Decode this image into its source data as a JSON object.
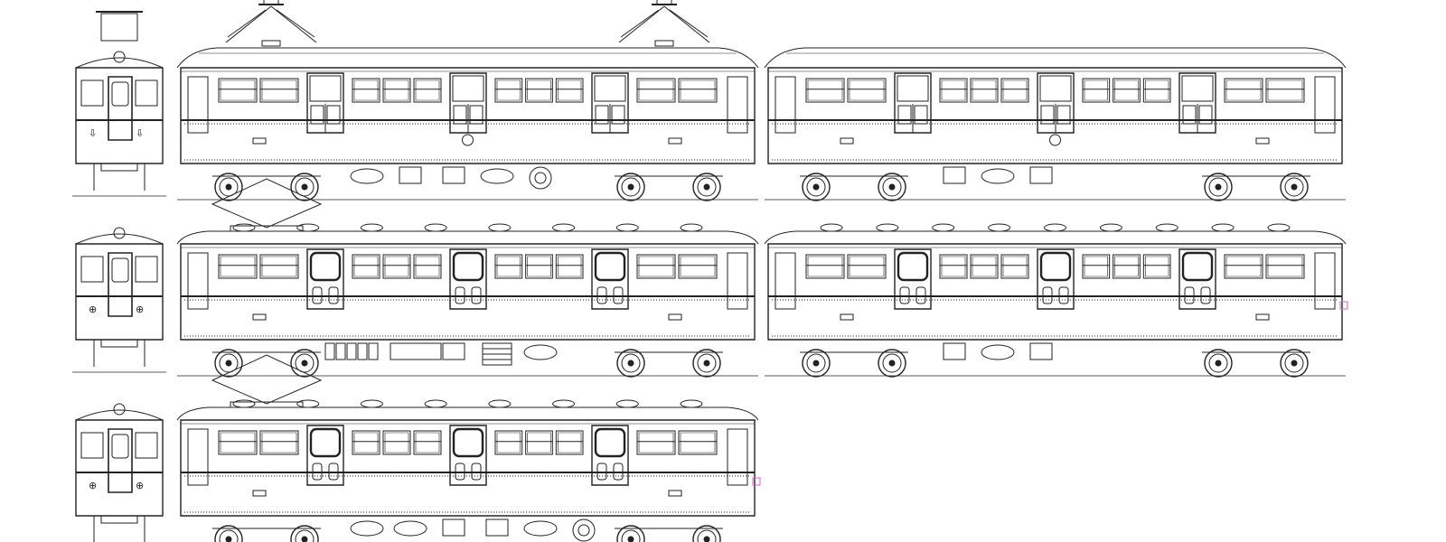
{
  "drawing": {
    "kind": "railcar-elevation-drawings",
    "line_color": "#222222",
    "accent_color": "#cc66cc",
    "background": "#ffffff"
  },
  "rows": [
    {
      "id": "row-1",
      "end_view": {
        "variant": "pantograph-up",
        "marks": [
          "⇩",
          "⇩"
        ]
      },
      "cars": [
        {
          "id": "car-1a",
          "pantographs": 2,
          "roof_style": "clerestory",
          "ventilators": 0,
          "door_style": "plain",
          "underfloor": [
            "tank",
            "box",
            "box",
            "tank",
            "compressor"
          ],
          "emblem": true,
          "end_marker": false
        },
        {
          "id": "car-1b",
          "pantographs": 0,
          "roof_style": "clerestory",
          "ventilators": 0,
          "door_style": "plain",
          "underfloor": [
            "box",
            "tank",
            "box"
          ],
          "emblem": true,
          "end_marker": false
        }
      ]
    },
    {
      "id": "row-2",
      "end_view": {
        "variant": "ventilated",
        "marks": [
          "⊕",
          "⊕"
        ]
      },
      "cars": [
        {
          "id": "car-2a",
          "pantographs": 1,
          "roof_style": "round",
          "ventilators": 8,
          "door_style": "rounded",
          "underfloor": [
            "switch-bank",
            "resistor",
            "box",
            "grid",
            "tank"
          ],
          "emblem": false,
          "end_marker": false
        },
        {
          "id": "car-2b",
          "pantographs": 0,
          "roof_style": "round",
          "ventilators": 9,
          "door_style": "rounded",
          "underfloor": [
            "box",
            "tank",
            "box"
          ],
          "emblem": false,
          "end_marker": true
        }
      ]
    },
    {
      "id": "row-3",
      "end_view": {
        "variant": "ventilated",
        "marks": [
          "⊕",
          "⊕"
        ]
      },
      "cars": [
        {
          "id": "car-3a",
          "pantographs": 1,
          "roof_style": "round",
          "ventilators": 8,
          "door_style": "rounded",
          "underfloor": [
            "tank",
            "tank",
            "box",
            "box",
            "tank",
            "compressor"
          ],
          "emblem": false,
          "end_marker": true
        }
      ]
    }
  ]
}
